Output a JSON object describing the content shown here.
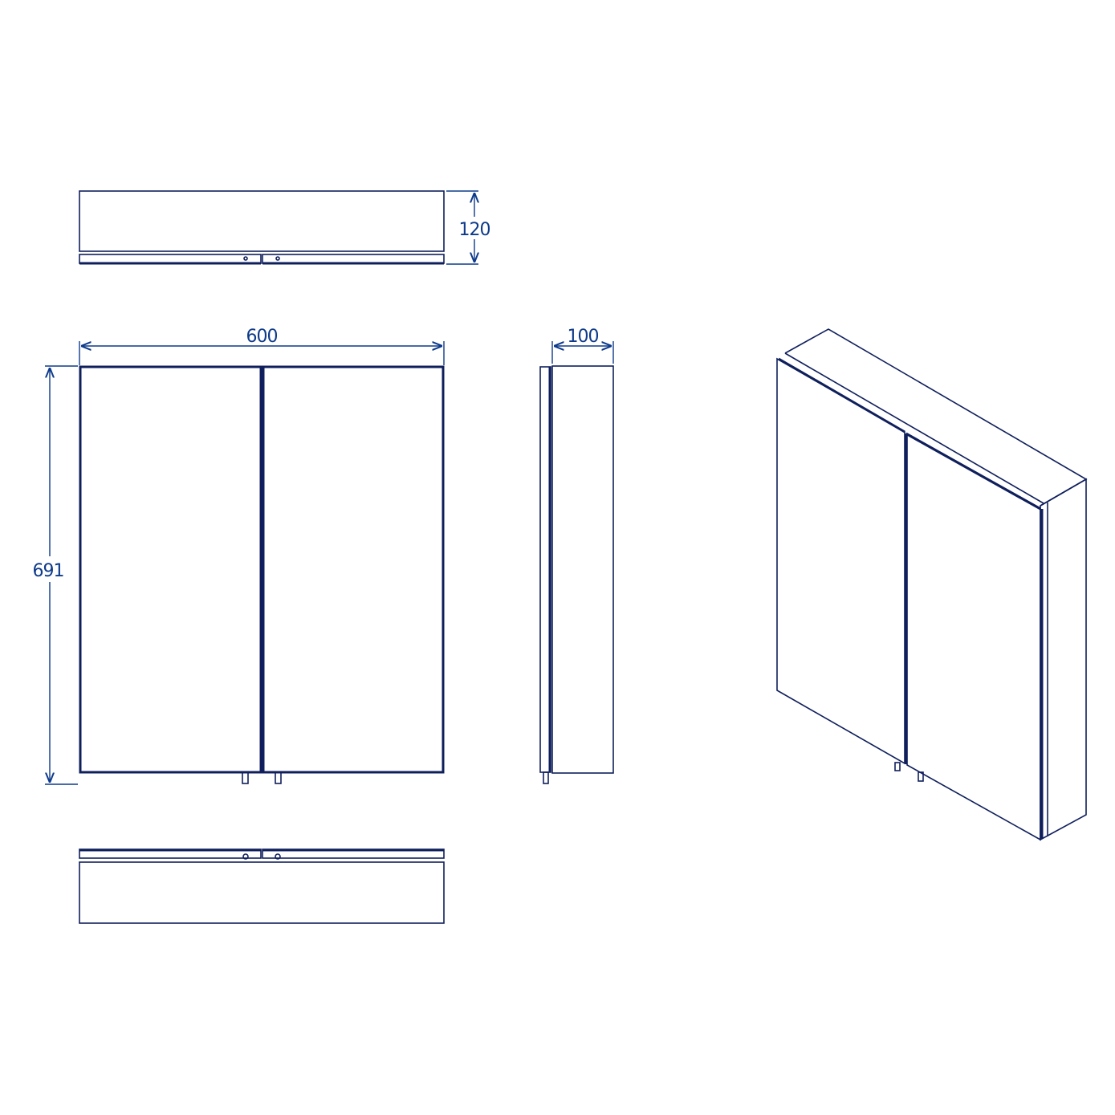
{
  "drawing": {
    "views": [
      "top-view",
      "front-view",
      "side-view",
      "bottom-view",
      "isometric-view"
    ],
    "dimensions": {
      "width": "600",
      "height": "691",
      "depth_top": "120",
      "depth_side": "100"
    },
    "line_color": "#0f1f5c",
    "dimension_color": "#0d3a8a"
  }
}
